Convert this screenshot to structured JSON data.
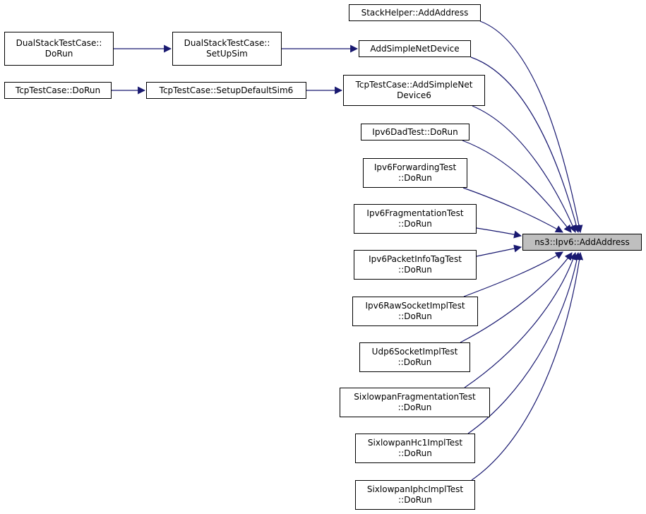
{
  "graph": {
    "edge_color": "#191970",
    "target_fill": "#bfbfbf",
    "nodes": {
      "ipv6_add_address": "ns3::Ipv6::AddAddress",
      "stack_helper": "StackHelper::AddAddress",
      "dual_do_run": "DualStackTestCase::\nDoRun",
      "dual_setup_sim": "DualStackTestCase::\nSetUpSim",
      "add_simple_net_device": "AddSimpleNetDevice",
      "tcp_do_run": "TcpTestCase::DoRun",
      "tcp_setup_default_sim6": "TcpTestCase::SetupDefaultSim6",
      "tcp_add_simple_net_device6": "TcpTestCase::AddSimpleNet\nDevice6",
      "ipv6_dad_test": "Ipv6DadTest::DoRun",
      "ipv6_forwarding_test": "Ipv6ForwardingTest\n::DoRun",
      "ipv6_fragmentation_test": "Ipv6FragmentationTest\n::DoRun",
      "ipv6_packet_info_tag_test": "Ipv6PacketInfoTagTest\n::DoRun",
      "ipv6_raw_socket_impl_test": "Ipv6RawSocketImplTest\n::DoRun",
      "udp6_socket_impl_test": "Udp6SocketImplTest\n::DoRun",
      "sixlowpan_fragmentation_test": "SixlowpanFragmentationTest\n::DoRun",
      "sixlowpan_hc1_impl_test": "SixlowpanHc1ImplTest\n::DoRun",
      "sixlowpan_iphc_impl_test": "SixlowpanIphcImplTest\n::DoRun"
    }
  }
}
